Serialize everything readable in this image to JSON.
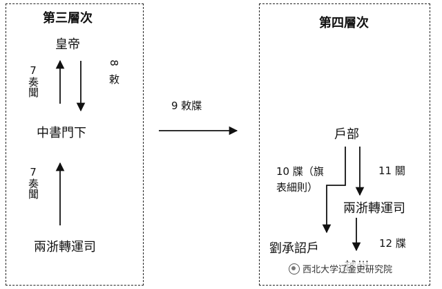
{
  "left_panel": {
    "title": "第三層次",
    "emperor": "皇帝",
    "chancellery": "中書門下",
    "transport_office": "兩浙轉運司",
    "label_memorial_upper": "7奏聞",
    "label_memorial_lower": "7奏聞",
    "label_edict_number": "8",
    "label_edict": "敕"
  },
  "middle": {
    "label": "9 敕牒"
  },
  "right_panel": {
    "title": "第四層次",
    "ministry": "戶部",
    "transport_office": "兩浙轉運司",
    "person": "劉承詔戶",
    "county": "越州",
    "label_10_line1": "10 牒（旗",
    "label_10_line2": "表細則）",
    "label_11": "11 關",
    "label_12": "12 牒"
  },
  "watermark": {
    "text": "西北大学辽金史研究院",
    "icon": "wechat-channel-icon"
  }
}
